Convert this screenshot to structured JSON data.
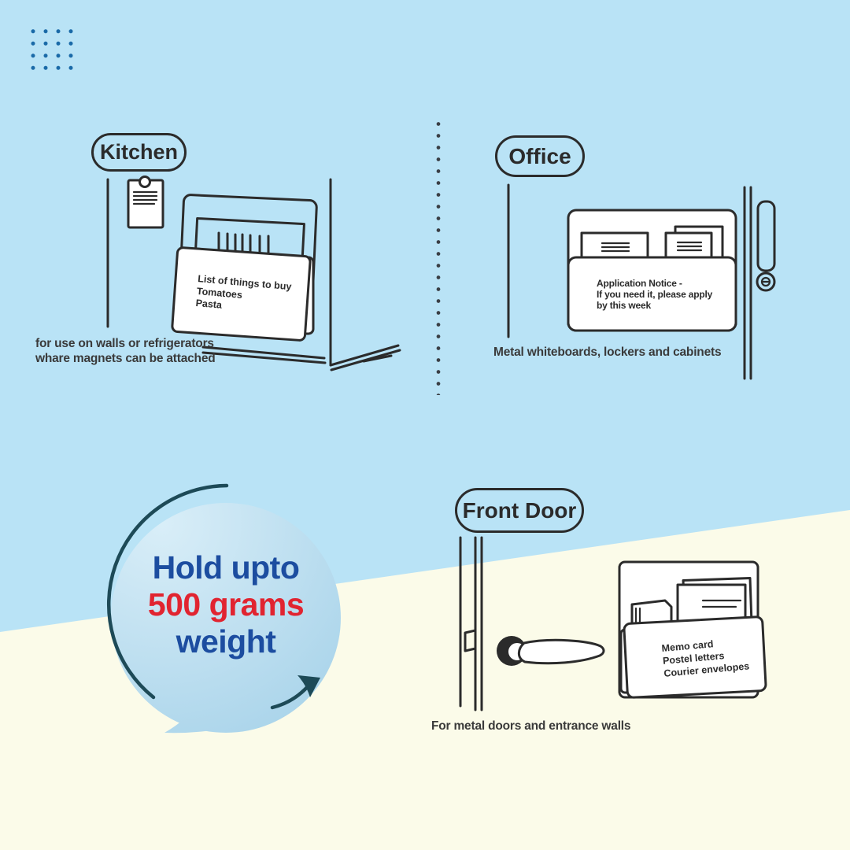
{
  "colors": {
    "bg-blue": "#b9e3f6",
    "bg-cream": "#fbfbe9",
    "ink": "#2b2b2b",
    "caption": "#3a3a3a",
    "paper": "#ffffff",
    "dot-blue": "#1a6aa8",
    "dot-dark": "#3a3f45",
    "badge-blue": "#1c4da0",
    "badge-red": "#e12430",
    "teal": "#1d4a57",
    "bubble-light": "#d9eef8",
    "bubble-dark": "#a6d2e9"
  },
  "sections": {
    "kitchen": {
      "label": "Kitchen",
      "note_lines": [
        "List of things to buy",
        "Tomatoes",
        "Pasta"
      ],
      "caption_lines": [
        "for use on walls or refrigerators",
        "whare magnets can be attached"
      ]
    },
    "office": {
      "label": "Office",
      "note_lines": [
        "Application Notice -",
        "If you need it, please apply",
        "by this week"
      ],
      "caption": "Metal whiteboards, lockers and cabinets"
    },
    "front_door": {
      "label": "Front Door",
      "note_lines": [
        "Memo card",
        "Postel letters",
        "Courier envelopes"
      ],
      "caption": "For metal doors and entrance walls"
    }
  },
  "badge": {
    "line1": "Hold upto",
    "line2": "500 grams",
    "line3": "weight"
  }
}
